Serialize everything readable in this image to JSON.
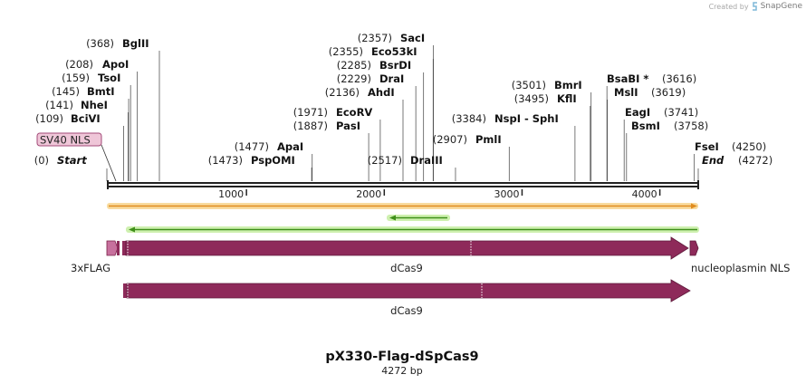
{
  "brand": {
    "prefix": "Created by",
    "name": "SnapGene"
  },
  "title": "pX330-Flag-dSpCas9",
  "length_label": "4272 bp",
  "sequence_length": 4272,
  "colors": {
    "backbone": "#222222",
    "feature": "#8e2a5a",
    "flag": "#c7709d",
    "nls_box_fill": "#efc6d8",
    "nls_box_stroke": "#a34a78",
    "primer_orange": "#e08c1f",
    "primer_orange_glow": "#f7d58e",
    "primer_green": "#3f8f1a",
    "primer_green_glow": "#c9eea6"
  },
  "ruler_ticks": [
    {
      "pos": 1000,
      "label": "1000"
    },
    {
      "pos": 2000,
      "label": "2000"
    },
    {
      "pos": 3000,
      "label": "3000"
    },
    {
      "pos": 4000,
      "label": "4000"
    }
  ],
  "enzymes": [
    {
      "num": "(368)",
      "name": "BglII",
      "pos": 368
    },
    {
      "num": "(208)",
      "name": "ApoI",
      "pos": 208
    },
    {
      "num": "(159)",
      "name": "TsoI",
      "pos": 159
    },
    {
      "num": "(145)",
      "name": "BmtI",
      "pos": 145
    },
    {
      "num": "(141)",
      "name": "NheI",
      "pos": 141
    },
    {
      "num": "(109)",
      "name": "BciVI",
      "pos": 109
    },
    {
      "num": "(0)",
      "name": "Start",
      "pos": 0,
      "italic": true
    },
    {
      "num": "(1477)",
      "name": "ApaI",
      "pos": 1477
    },
    {
      "num": "(1473)",
      "name": "PspOMI",
      "pos": 1473
    },
    {
      "num": "(2357)",
      "name": "SacI",
      "pos": 2357
    },
    {
      "num": "(2355)",
      "name": "Eco53kI",
      "pos": 2355
    },
    {
      "num": "(2285)",
      "name": "BsrDI",
      "pos": 2285
    },
    {
      "num": "(2229)",
      "name": "DraI",
      "pos": 2229
    },
    {
      "num": "(2136)",
      "name": "AhdI",
      "pos": 2136
    },
    {
      "num": "(1971)",
      "name": "EcoRV",
      "pos": 1971
    },
    {
      "num": "(1887)",
      "name": "PasI",
      "pos": 1887
    },
    {
      "num": "(2517)",
      "name": "DraIII",
      "pos": 2517
    },
    {
      "num": "(3384)",
      "name": "NspI - SphI",
      "pos": 3384
    },
    {
      "num": "(2907)",
      "name": "PmlI",
      "pos": 2907
    },
    {
      "num": "(3501)",
      "name": "BmrI",
      "pos": 3501
    },
    {
      "num": "(3495)",
      "name": "KflI",
      "pos": 3495
    },
    {
      "num": "(3616)",
      "name": "BsaBI *",
      "pos": 3616,
      "num_after": true
    },
    {
      "num": "(3619)",
      "name": "MslI",
      "pos": 3619,
      "num_after": true
    },
    {
      "num": "(3741)",
      "name": "EagI",
      "pos": 3741,
      "num_after": true
    },
    {
      "num": "(3758)",
      "name": "BsmI",
      "pos": 3758,
      "num_after": true
    },
    {
      "num": "(4250)",
      "name": "FseI",
      "pos": 4250,
      "num_after": true
    },
    {
      "num": "(4272)",
      "name": "End",
      "pos": 4272,
      "num_after": true,
      "italic": true
    }
  ],
  "features": [
    {
      "name": "SV40 NLS",
      "boxed": true
    },
    {
      "name": "3xFLAG"
    },
    {
      "name": "dCas9"
    },
    {
      "name": "nucleoplasmin NLS"
    },
    {
      "name": "dCas9"
    }
  ]
}
